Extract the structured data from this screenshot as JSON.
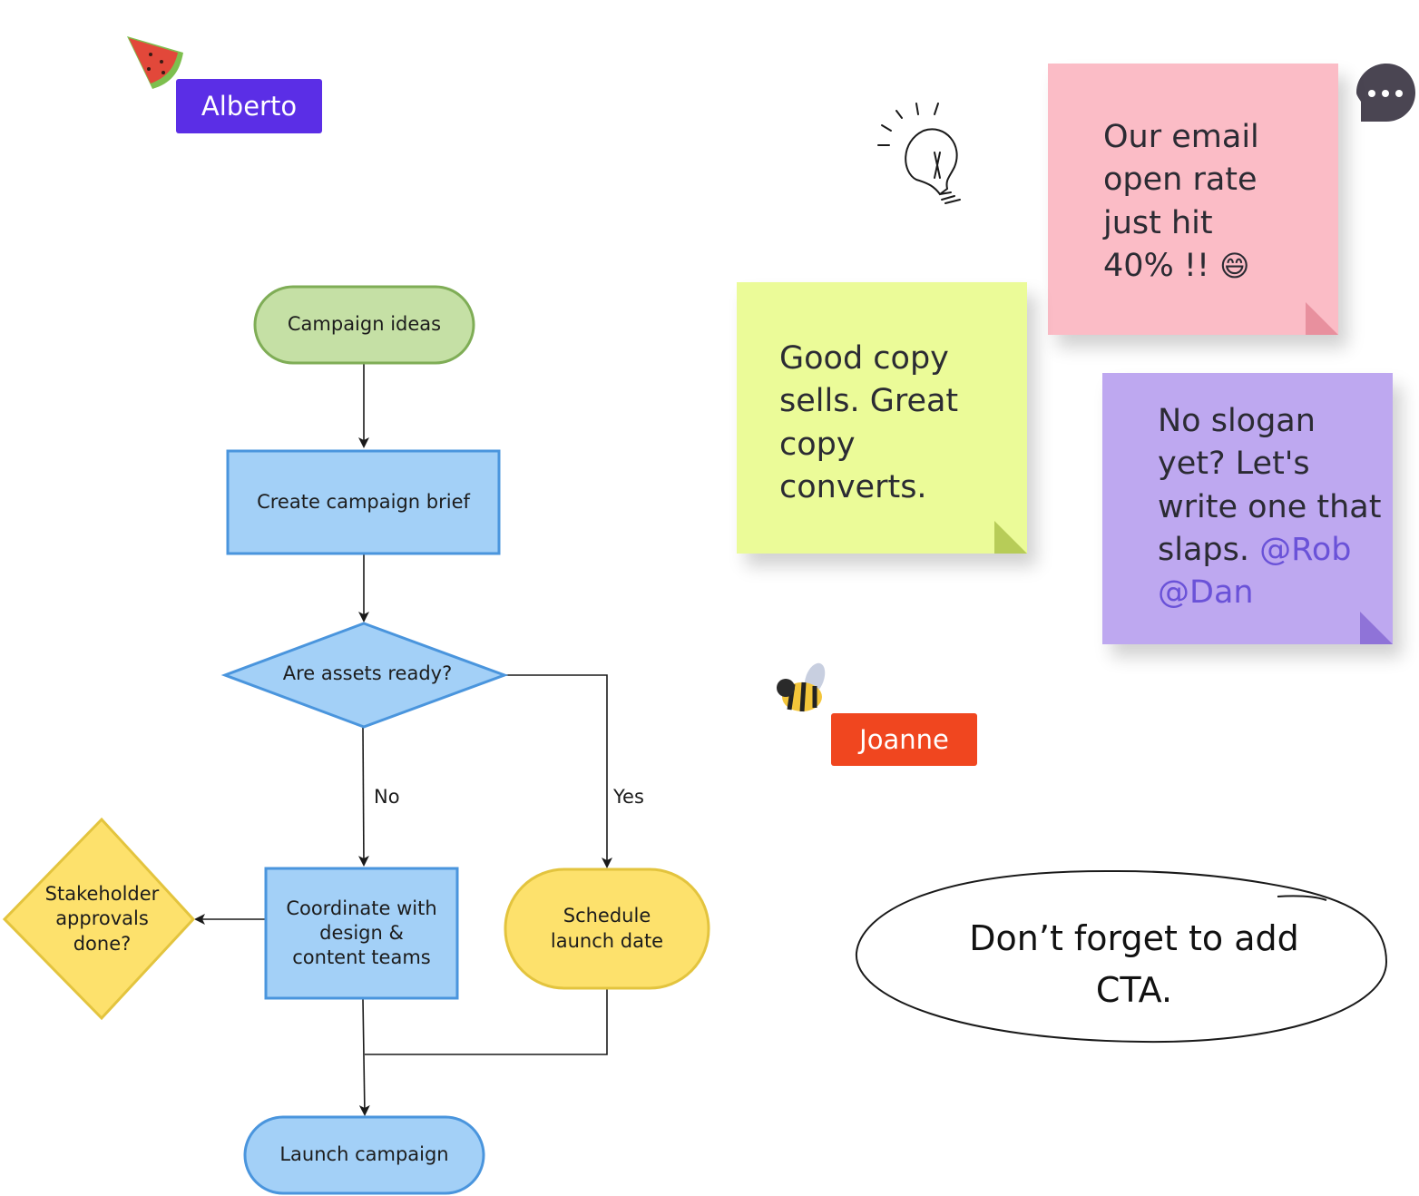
{
  "flowchart": {
    "start": "Campaign ideas",
    "brief": "Create campaign brief",
    "decision": "Are assets ready?",
    "edge_no": "No",
    "edge_yes": "Yes",
    "coordinate": "Coordinate with\ndesign &\ncontent teams",
    "approvals": "Stakeholder\napprovals\ndone?",
    "schedule": "Schedule\nlaunch date",
    "launch": "Launch campaign"
  },
  "cursors": {
    "alberto": {
      "name": "Alberto",
      "color": "#5b2ee6",
      "icon": "watermelon-icon"
    },
    "joanne": {
      "name": "Joanne",
      "color": "#f0461f",
      "icon": "bee-icon"
    }
  },
  "notes": {
    "pink": {
      "text": "Our email\nopen rate\njust hit\n40% !!",
      "emoji": "😄",
      "color": "#fbbcc6"
    },
    "yellow": {
      "text": "Good copy\nsells. Great\ncopy\nconverts.",
      "color": "#ebfb98"
    },
    "purple": {
      "text": "No slogan\nyet? Let's\nwrite one that\nslaps.",
      "mention1": "@Rob",
      "mention2": "@Dan",
      "color": "#bea8f0"
    }
  },
  "callout": {
    "text": "Don’t forget to add\nCTA."
  },
  "icons": {
    "idea": "lightbulb-icon",
    "comment": "chat-bubble-icon"
  }
}
